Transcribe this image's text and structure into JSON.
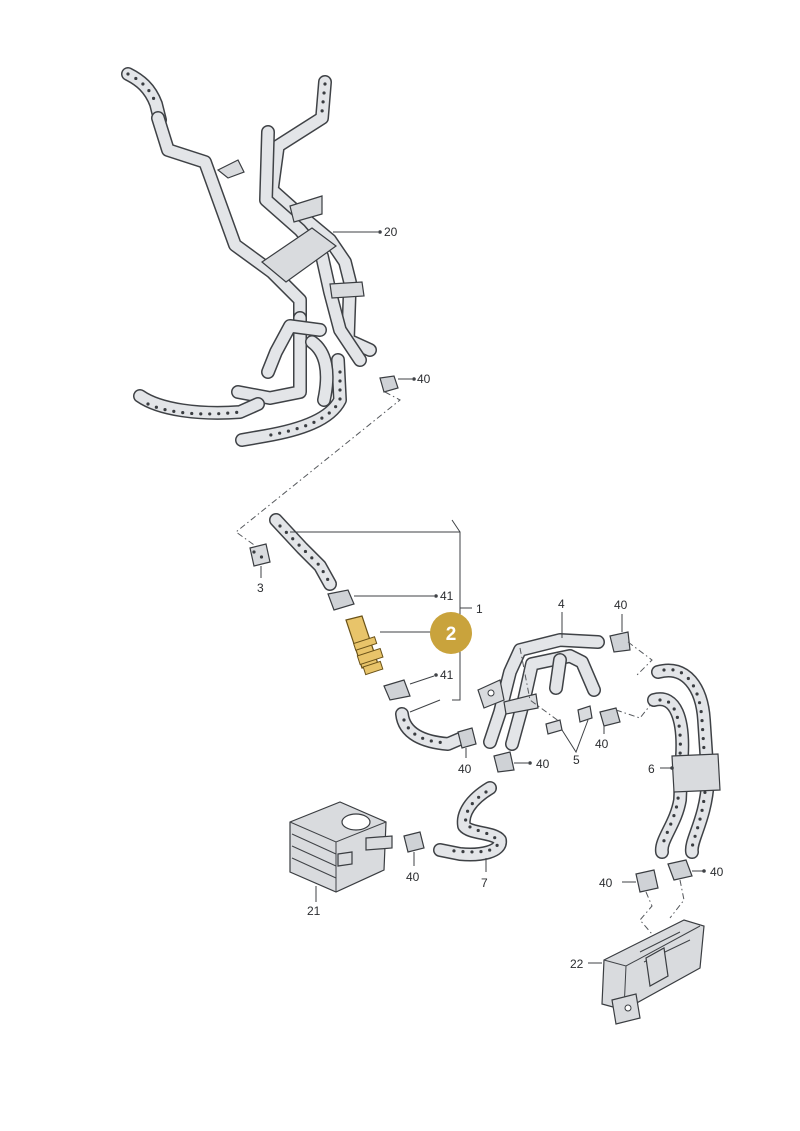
{
  "callouts": {
    "p1": "1",
    "p2": "2",
    "p3": "3",
    "p4": "4",
    "p5": "5",
    "p6": "6",
    "p7": "7",
    "p20": "20",
    "p21": "21",
    "p22": "22",
    "p40a": "40",
    "p40b": "40",
    "p40c": "40",
    "p40d": "40",
    "p40e": "40",
    "p40f": "40",
    "p40g": "40",
    "p40h": "40",
    "p41a": "41",
    "p41b": "41"
  },
  "highlight": {
    "color": "#c9a33c",
    "part_color": "#e8c46a"
  },
  "colors": {
    "line": "#3f4246",
    "fill": "#d6d8db"
  }
}
